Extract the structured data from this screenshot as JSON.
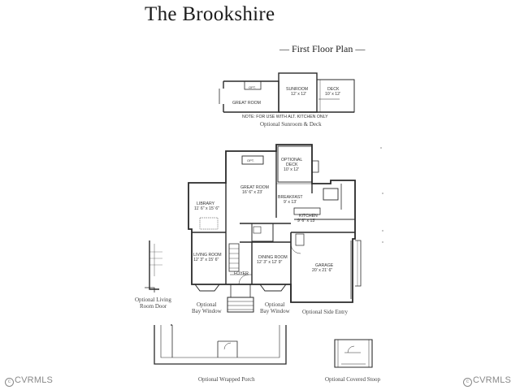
{
  "plan": {
    "title": "The Brookshire",
    "subtitle": "— First Floor Plan —"
  },
  "rooms": {
    "great_room_alt": "GREAT ROOM",
    "sunroom": "SUNROOM",
    "sunroom_size": "12' x 12'",
    "deck_alt": "DECK",
    "deck_alt_size": "10' x 12'",
    "note": "NOTE: FOR USE WITH ALT. KITCHEN ONLY",
    "optional_deck": "OPTIONAL",
    "optional_deck_2": "DECK",
    "optional_deck_size": "10' x 12'",
    "great_room": "GREAT ROOM",
    "great_room_size": "16' 6\" x 23'",
    "breakfast": "BREAKFAST",
    "breakfast_size": "9' x 13'",
    "library": "LIBRARY",
    "library_size": "11' 6\" x 15' 6\"",
    "kitchen": "KITCHEN",
    "kitchen_size": "9' 6\" x 13'",
    "living_room": "LIVING ROOM",
    "living_room_size": "12' 3\" x 15' 6\"",
    "dining_room": "DINING ROOM",
    "dining_room_size": "12' 3\" x 12' 9\"",
    "foyer": "FOYER",
    "garage": "GARAGE",
    "garage_size": "20' x 21' 6\"",
    "opt": "OPT."
  },
  "captions": {
    "sunroom_deck": "Optional Sunroom & Deck",
    "living_door_1": "Optional Living",
    "living_door_2": "Room Door",
    "bay_left_1": "Optional",
    "bay_left_2": "Bay Window",
    "bay_right_1": "Optional",
    "bay_right_2": "Bay Window",
    "side_entry": "Optional Side Entry",
    "wrapped_porch": "Optional Wrapped Porch",
    "covered_stoop": "Optional Covered Stoop"
  },
  "watermark": {
    "left": "CVRMLS",
    "right": "CVRMLS",
    "symbol": "c"
  }
}
